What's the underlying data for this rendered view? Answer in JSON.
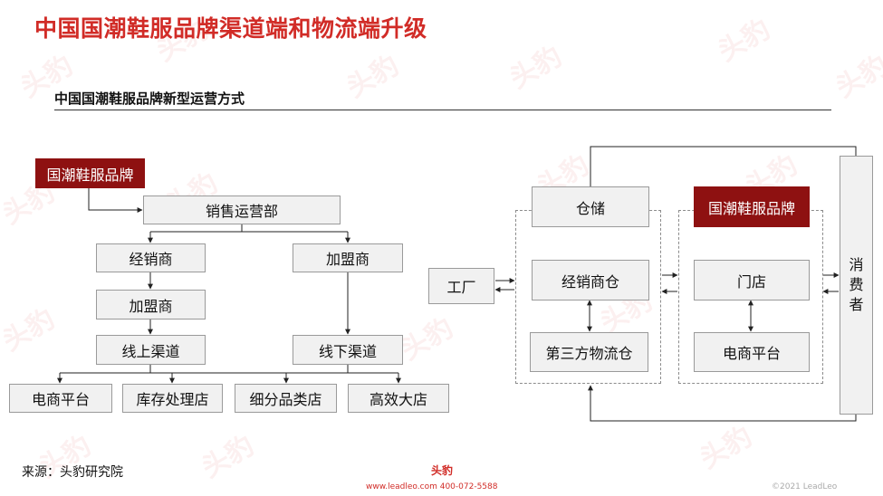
{
  "title": "中国国潮鞋服品牌渠道端和物流端升级",
  "subtitle": "中国国潮鞋服品牌新型运营方式",
  "left_diagram": {
    "brand": "国潮鞋服品牌",
    "sales_dept": "销售运营部",
    "distributor": "经销商",
    "franchisee_right": "加盟商",
    "franchisee_left": "加盟商",
    "online_channel": "线上渠道",
    "offline_channel": "线下渠道",
    "outlets": [
      "电商平台",
      "库存处理店",
      "细分品类店",
      "高效大店"
    ]
  },
  "right_diagram": {
    "warehouse": "仓储",
    "factory": "工厂",
    "distributor_wh": "经销商仓",
    "third_party_wh": "第三方物流仓",
    "brand": "国潮鞋服品牌",
    "store": "门店",
    "ecommerce": "电商平台",
    "consumer": [
      "消",
      "费",
      "者"
    ]
  },
  "footer": {
    "source": "来源：头豹研究院",
    "logo": "头豹",
    "contact": "www.leadleo.com  400-072-5588",
    "copyright": "©2021 LeadLeo"
  },
  "colors": {
    "title_red": "#d12c27",
    "brand_box": "#8e1111",
    "box_fill": "#f1f1f1"
  }
}
